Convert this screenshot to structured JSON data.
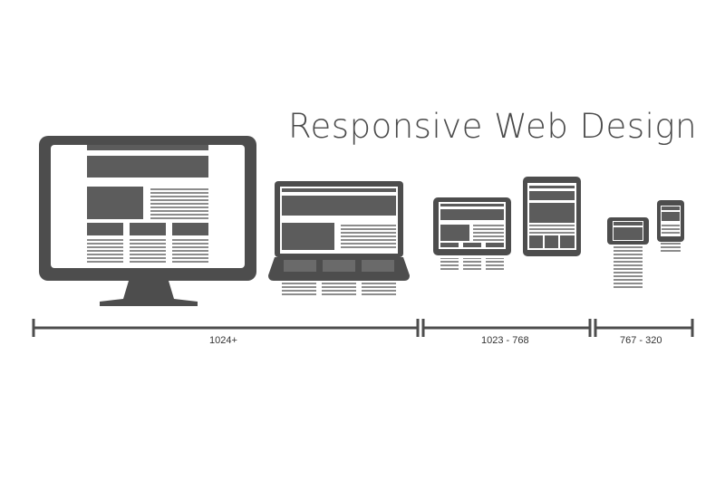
{
  "title": "Responsive Web Design",
  "ranges": [
    {
      "label": "1024+"
    },
    {
      "label": "1023 - 768"
    },
    {
      "label": "767 - 320"
    }
  ],
  "devices": [
    {
      "type": "desktop-monitor"
    },
    {
      "type": "laptop"
    },
    {
      "type": "tablet-landscape"
    },
    {
      "type": "tablet-portrait"
    },
    {
      "type": "phone-landscape"
    },
    {
      "type": "phone-portrait"
    }
  ],
  "colors": {
    "device": "#4d4d4d",
    "block": "#5c5c5c",
    "stripe": "#8c8c8c",
    "screen": "#ffffff",
    "text": "#4a4a4a"
  }
}
